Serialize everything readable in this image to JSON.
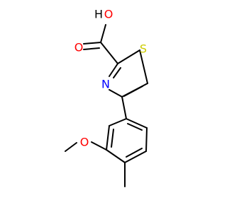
{
  "molecule": {
    "atoms": {
      "hydroxyl_O": {
        "label": "O"
      },
      "hydroxyl_H": {
        "label": "H"
      },
      "carbonyl_O": {
        "label": "O"
      },
      "thiazole_S": {
        "label": "S"
      },
      "thiazole_N": {
        "label": "N"
      },
      "methoxy_O": {
        "label": "O"
      }
    },
    "colors": {
      "oxygen": "#ff0000",
      "sulfur": "#cccc00",
      "nitrogen": "#0000ff",
      "bond": "#000000",
      "hydrogen": "#000000"
    }
  }
}
